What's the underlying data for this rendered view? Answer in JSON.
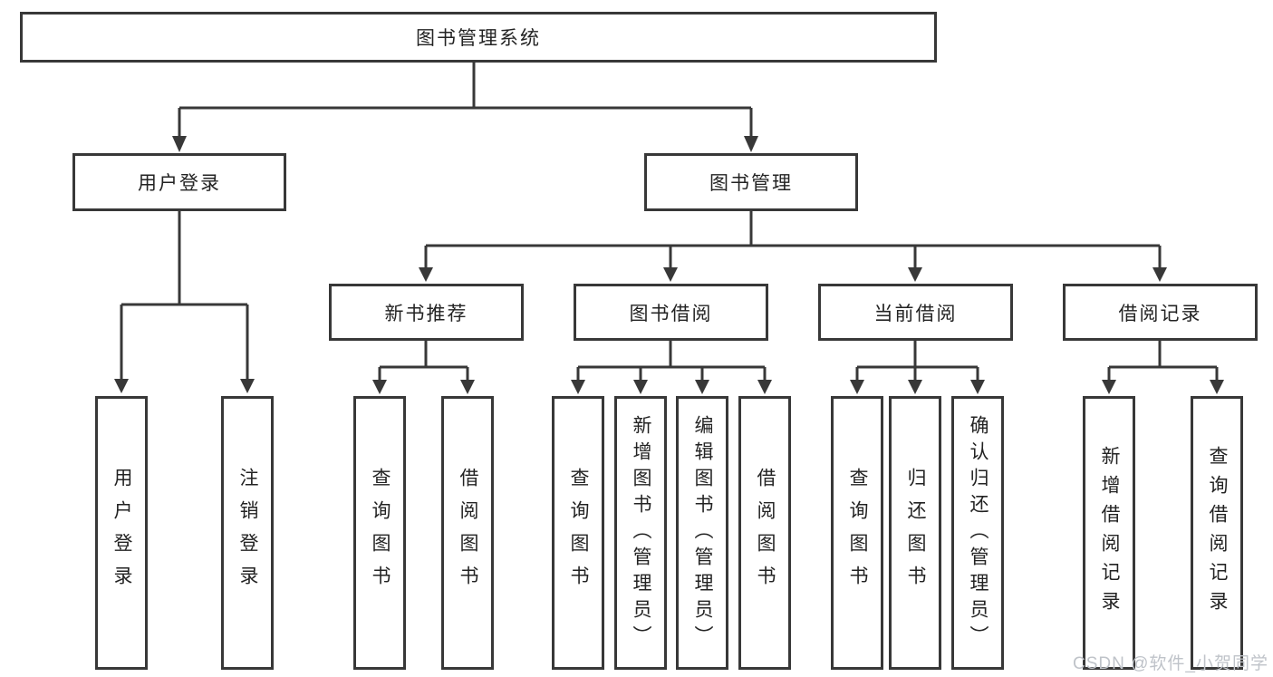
{
  "diagram": {
    "title": "图书管理系统",
    "tree": {
      "label": "图书管理系统",
      "children": [
        {
          "label": "用户登录",
          "children": [
            {
              "label": "用户登录"
            },
            {
              "label": "注销登录"
            }
          ]
        },
        {
          "label": "图书管理",
          "children": [
            {
              "label": "新书推荐",
              "children": [
                {
                  "label": "查询图书"
                },
                {
                  "label": "借阅图书"
                }
              ]
            },
            {
              "label": "图书借阅",
              "children": [
                {
                  "label": "查询图书"
                },
                {
                  "label": "新增图书（管理员）"
                },
                {
                  "label": "编辑图书（管理员）"
                },
                {
                  "label": "借阅图书"
                }
              ]
            },
            {
              "label": "当前借阅",
              "children": [
                {
                  "label": "查询图书"
                },
                {
                  "label": "归还图书"
                },
                {
                  "label": "确认归还（管理员）"
                }
              ]
            },
            {
              "label": "借阅记录",
              "children": [
                {
                  "label": "新增借阅记录"
                },
                {
                  "label": "查询借阅记录"
                }
              ]
            }
          ]
        }
      ]
    }
  },
  "watermark": "CSDN @软件_小贺同学",
  "colors": {
    "line": "#383838",
    "text": "#232323",
    "background": "#ffffff",
    "watermark": "#bfc3c9"
  }
}
